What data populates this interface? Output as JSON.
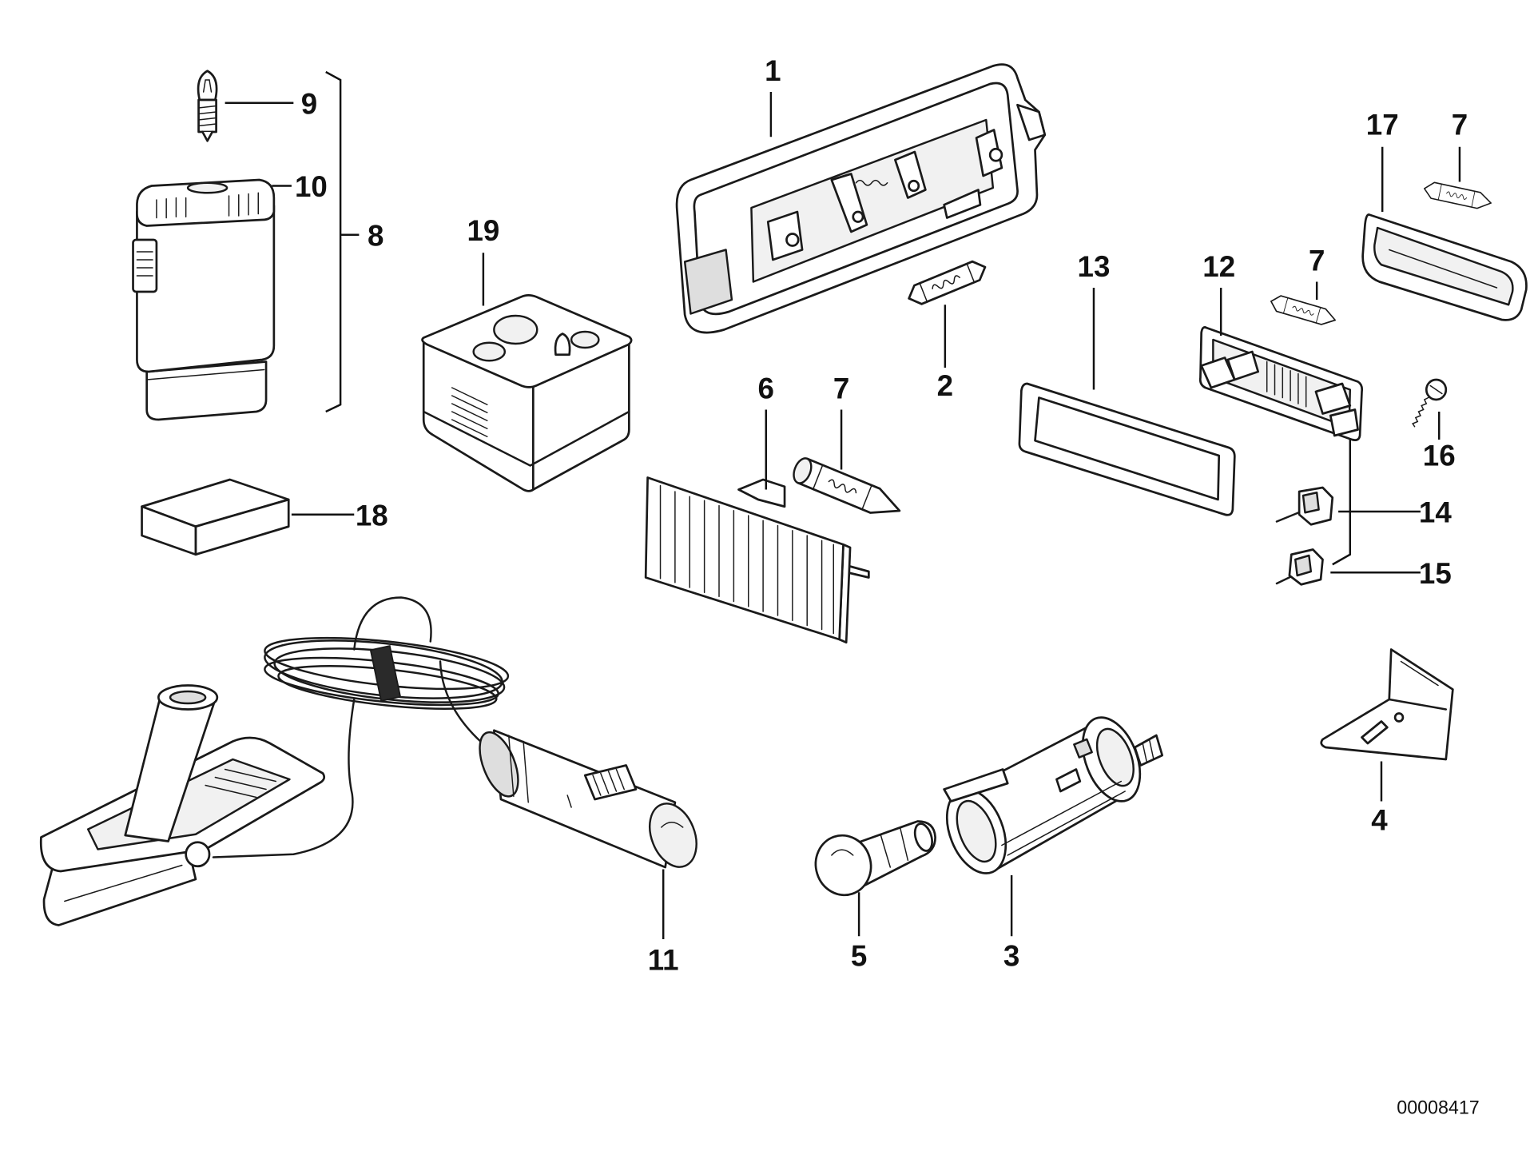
{
  "callouts": [
    "1",
    "2",
    "3",
    "4",
    "5",
    "6",
    "7",
    "8",
    "9",
    "10",
    "11",
    "12",
    "13",
    "14",
    "15",
    "16",
    "17",
    "18",
    "19",
    "7",
    "7"
  ],
  "document_id": "00008417"
}
